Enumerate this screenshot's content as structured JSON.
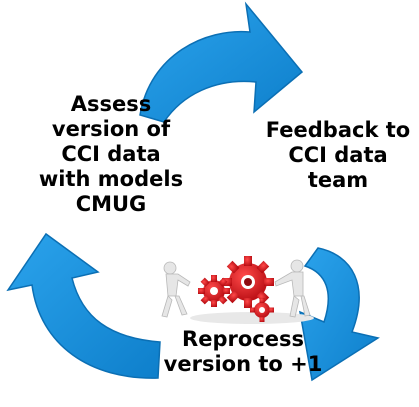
{
  "cycle": {
    "assess_lines": [
      "Assess",
      "version of",
      "CCI data",
      "with models",
      "CMUG"
    ],
    "feedback_lines": [
      "Feedback to",
      "CCI data",
      "team"
    ],
    "reprocess_lines": [
      "Reprocess",
      "version to +1"
    ]
  },
  "colors": {
    "arrow": "#1a8fd8",
    "arrow_edge": "#0b6fb4",
    "gear": "#d9151e",
    "gear_dark": "#8f0b10",
    "figure": "#e4e4e4"
  },
  "icons": [
    "curved-arrow-icon",
    "gears-figures-icon"
  ]
}
